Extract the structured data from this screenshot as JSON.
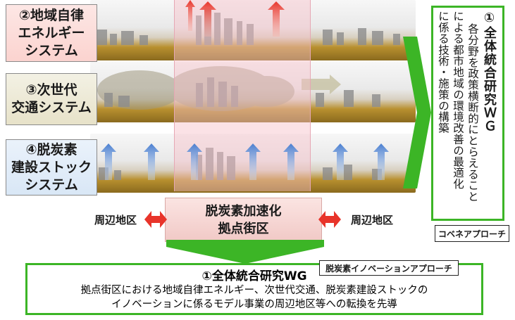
{
  "rows": [
    {
      "label": "②地域自律\nエネルギー\nシステム"
    },
    {
      "label": "③次世代\n交通システム"
    },
    {
      "label": "④脱炭素\n建設ストック\nシステム"
    }
  ],
  "center": {
    "line1": "脱炭素加速化",
    "line2": "拠点街区"
  },
  "periphery": {
    "left": "周辺地区",
    "right": "周辺地区"
  },
  "wg_side": {
    "title": "①全体統合研究ＷＧ",
    "col1": "各分野を政策横断的にとらえること",
    "col2": "による都市地域の環境改善の最適化",
    "col3": "に係る技術・施策の構築"
  },
  "tags": {
    "cobene": "コベネアプローチ",
    "innovation": "脱炭素イノベーションアプローチ"
  },
  "bottom": {
    "title": "①全体統合研究WG",
    "line1": "拠点街区における地域自律エネルギー、次世代交通、脱炭素建設ストックの",
    "line2": "イノベーションに係るモデル事業の周辺地区等への転換を先導"
  },
  "colors": {
    "green": "#3cb526",
    "red_arrow": "#e8342a",
    "blue_arrow": "#4a7fd0",
    "pink": "#f6bec8"
  }
}
